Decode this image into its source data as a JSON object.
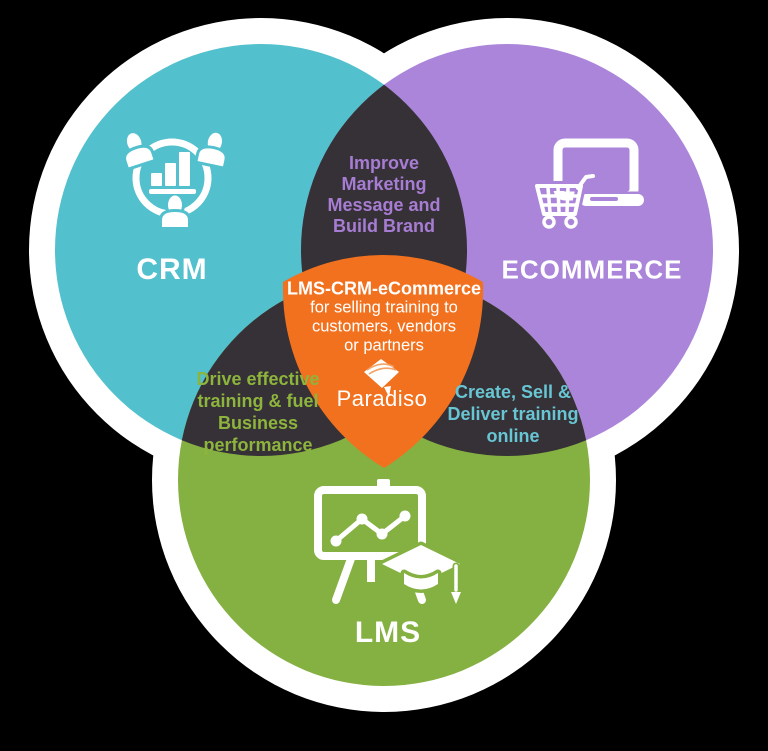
{
  "title": "LMS CRM eCommerce Venn diagram",
  "background": "#000000",
  "outline": "#ffffff",
  "circles": {
    "crm": {
      "label": "CRM",
      "color": "#53c0cd",
      "icon": "crm-network-icon"
    },
    "ecommerce": {
      "label": "ECOMMERCE",
      "color": "#ab85da",
      "icon": "laptop-shopping-cart-icon"
    },
    "lms": {
      "label": "LMS",
      "color": "#85b142",
      "icon": "presentation-graduation-icon"
    }
  },
  "overlaps": {
    "overlap_fill": "#353136",
    "crm_ecommerce": {
      "text_color": "#a77cd3",
      "lines": [
        "Improve",
        "Marketing",
        "Message and",
        "Build Brand"
      ]
    },
    "crm_lms": {
      "text_color": "#8db43c",
      "lines": [
        "Drive effective",
        "training & fuel",
        "Business",
        "performance"
      ]
    },
    "ecommerce_lms": {
      "text_color": "#68c5d3",
      "lines": [
        "Create, Sell &",
        "Deliver training",
        "online"
      ]
    }
  },
  "center": {
    "fill": "#f2711f",
    "title": "LMS-CRM-eCommerce",
    "lines": [
      "for selling training to",
      "customers, vendors",
      "or partners"
    ],
    "brand": "Paradiso",
    "brand_icon": "paradiso-diamond-icon"
  }
}
